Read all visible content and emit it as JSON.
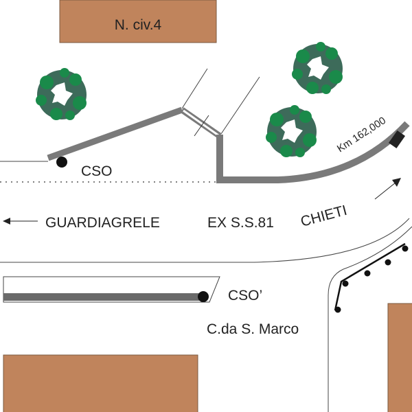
{
  "labels": {
    "building": "N. civ.4",
    "cso": "CSO",
    "cso_prime": "CSO’",
    "road_west": "GUARDIAGRELE",
    "road_name": "EX S.S.81",
    "road_east": "CHIETI",
    "km": "Km 162,000",
    "locality": "C.da S. Marco"
  },
  "colors": {
    "building": "#c0845c",
    "wall": "#7a7a7a",
    "tree_dark": "#3d6b5a",
    "tree_light": "#1a8a4a"
  }
}
